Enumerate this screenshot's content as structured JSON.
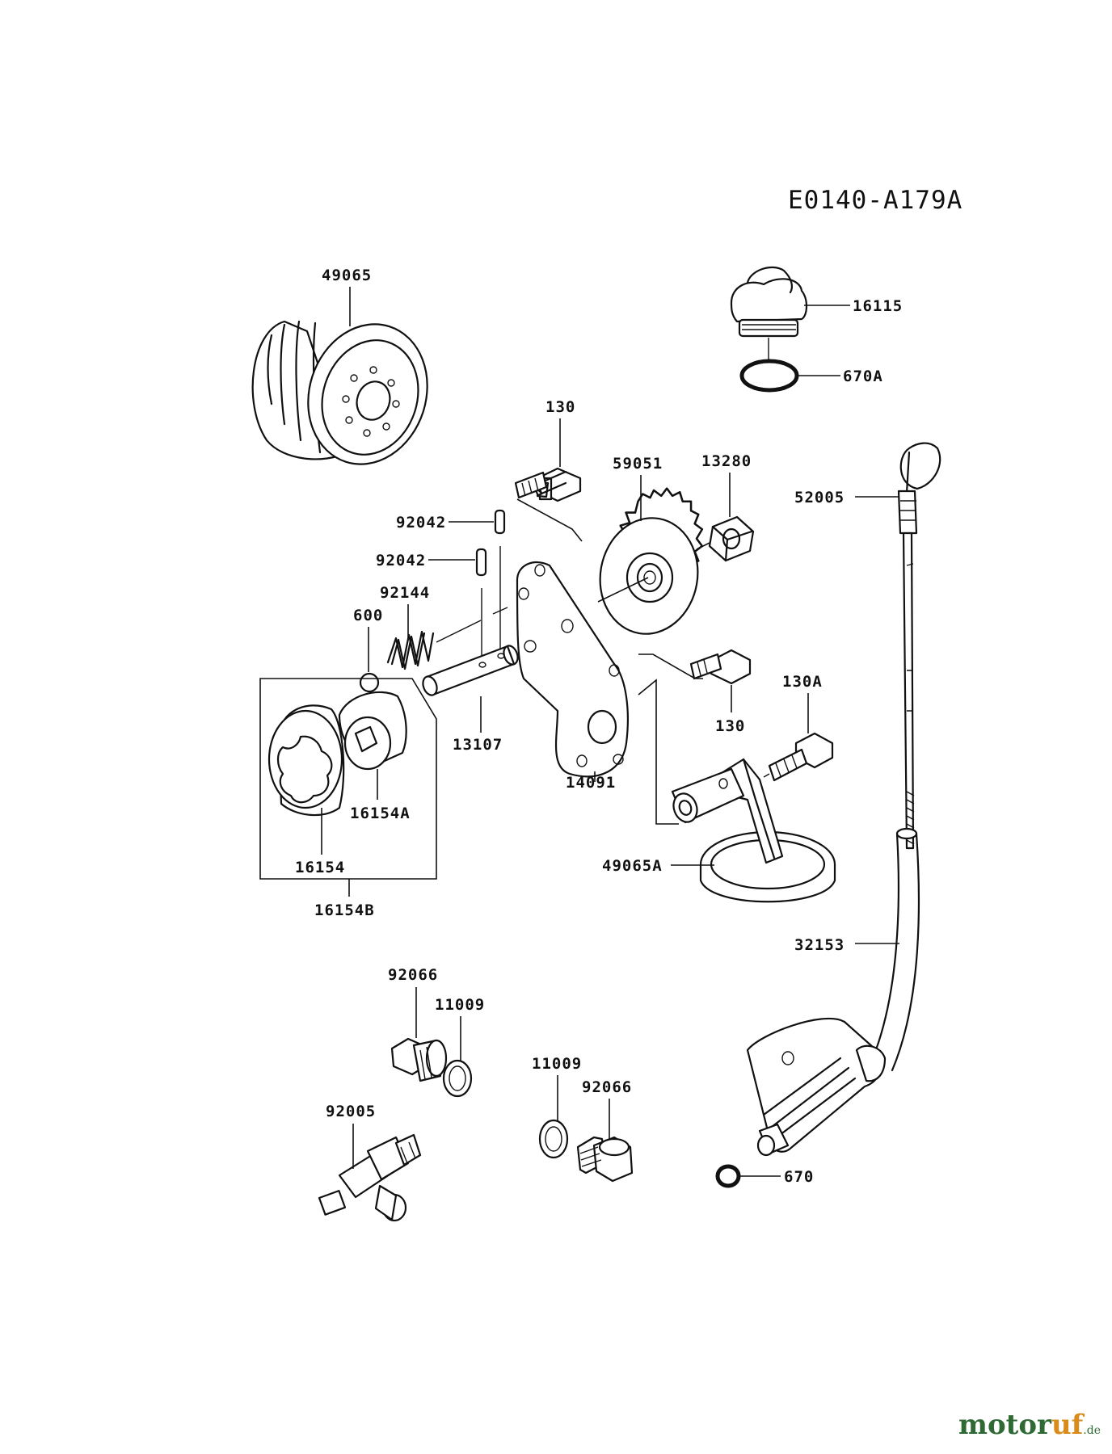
{
  "diagram_code": "E0140-A179A",
  "labels": {
    "p49065": "49065",
    "p16115": "16115",
    "p670A": "670A",
    "p130a": "130",
    "p59051": "59051",
    "p13280": "13280",
    "p52005": "52005",
    "p92042a": "92042",
    "p92042b": "92042",
    "p92144": "92144",
    "p600": "600",
    "p130b": "130",
    "p130A": "130A",
    "p13107": "13107",
    "p14091": "14091",
    "p16154A": "16154A",
    "p16154": "16154",
    "p49065A": "49065A",
    "p16154B": "16154B",
    "p32153": "32153",
    "p92066a": "92066",
    "p11009a": "11009",
    "p11009b": "11009",
    "p92066b": "92066",
    "p92005": "92005",
    "p670": "670"
  },
  "watermark": {
    "part1": "motor",
    "part2": "uf",
    "suffix": ".de"
  }
}
